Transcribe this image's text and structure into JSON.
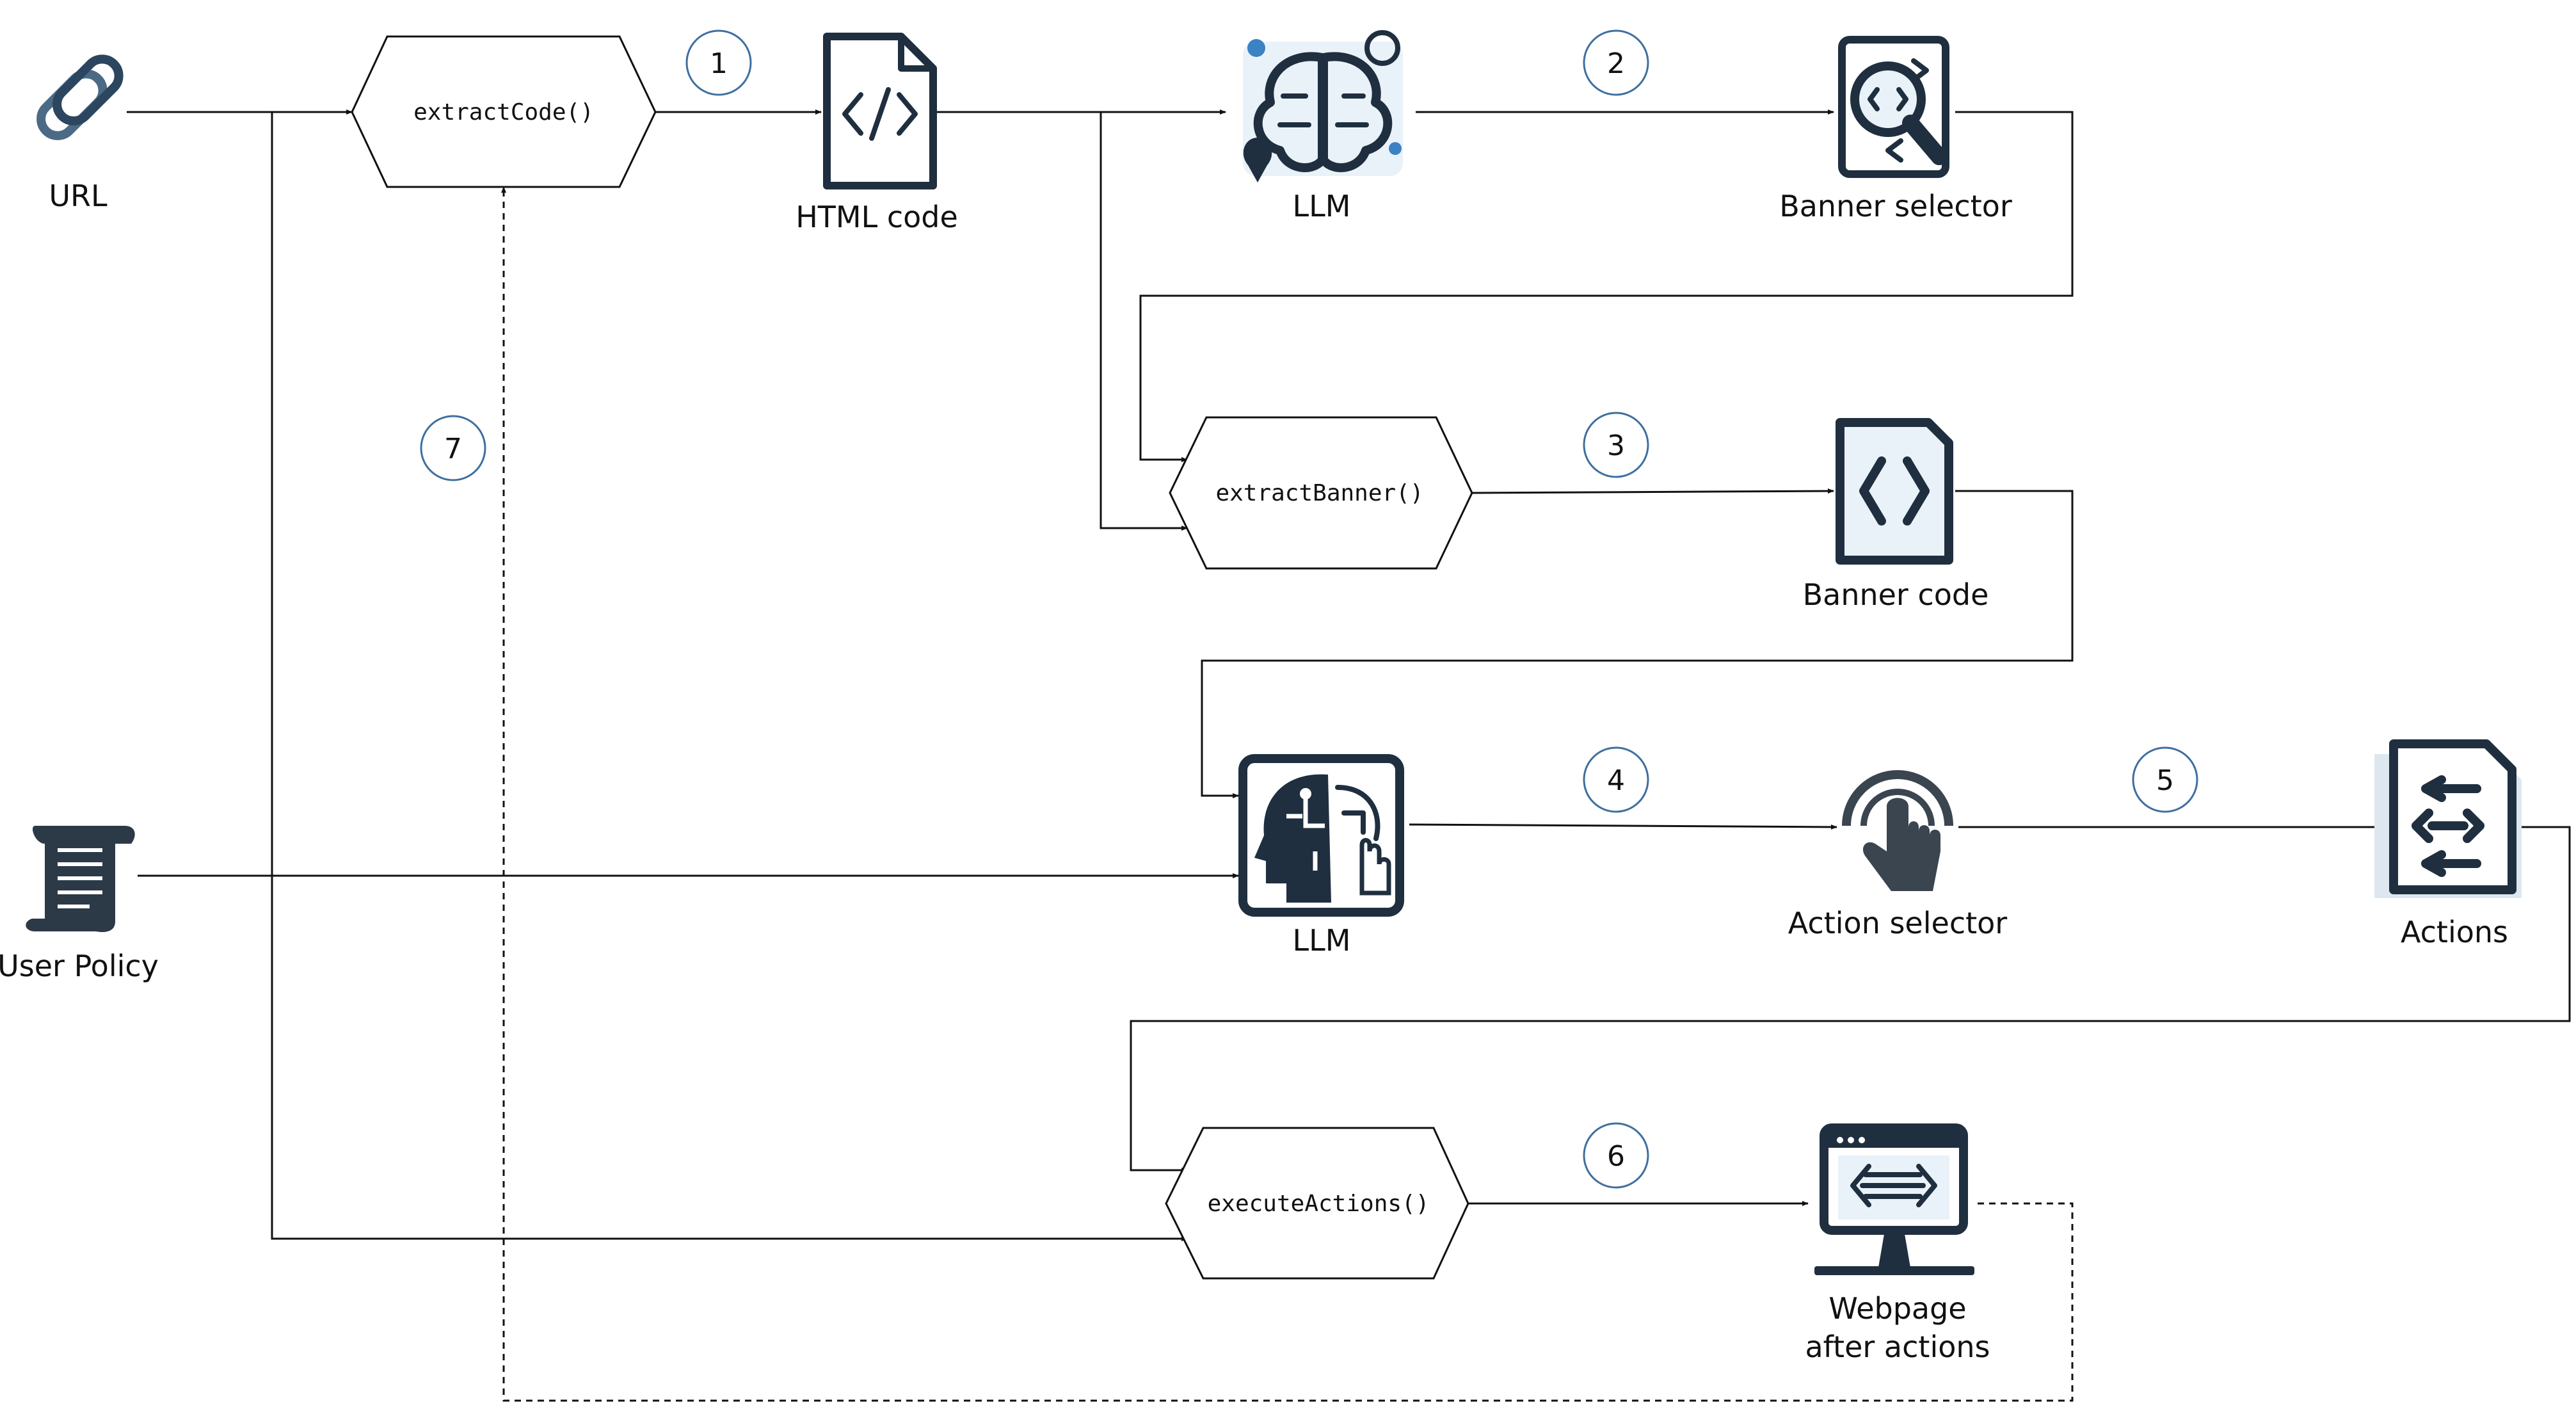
{
  "nodes": {
    "url": "URL",
    "html_code": "HTML code",
    "llm_1": "LLM",
    "banner_selector": "Banner selector",
    "banner_code": "Banner code",
    "user_policy": "User Policy",
    "llm_2": "LLM",
    "action_selector": "Action selector",
    "actions": "Actions",
    "webpage_line1": "Webpage",
    "webpage_line2": "after actions"
  },
  "functions": {
    "extract_code": "extractCode()",
    "extract_banner": "extractBanner()",
    "execute_actions": "executeActions()"
  },
  "steps": {
    "s1": "1",
    "s2": "2",
    "s3": "3",
    "s4": "4",
    "s5": "5",
    "s6": "6",
    "s7": "7"
  },
  "colors": {
    "icon_dark": "#1f2f3f",
    "icon_accent": "#3b82c4",
    "step_circle": "#3f6f9f",
    "line": "#111111"
  },
  "icons": [
    "link-icon",
    "html-file-icon",
    "brain-circuit-icon",
    "search-code-icon",
    "code-file-icon",
    "scroll-icon",
    "ai-head-icon",
    "touch-icon",
    "actions-file-icon",
    "monitor-icon"
  ]
}
